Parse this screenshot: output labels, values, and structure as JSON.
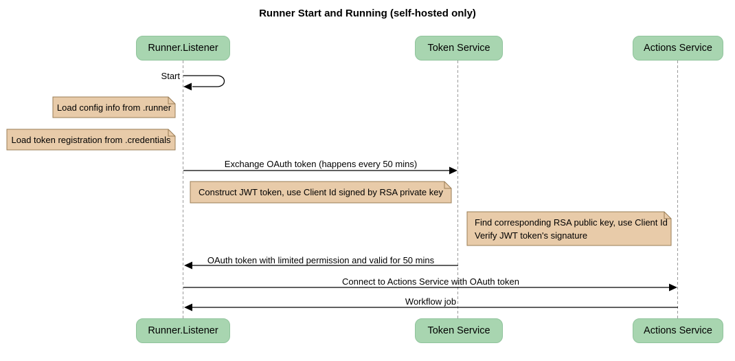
{
  "title": "Runner Start and Running (self-hosted only)",
  "actors": [
    {
      "id": "runner-listener",
      "label": "Runner.Listener"
    },
    {
      "id": "token-service",
      "label": "Token Service"
    },
    {
      "id": "actions-service",
      "label": "Actions Service"
    }
  ],
  "messages": {
    "start": {
      "label": "Start",
      "from": "runner-listener",
      "to": "runner-listener"
    },
    "exchange": {
      "label": "Exchange OAuth token (happens every 50 mins)",
      "from": "runner-listener",
      "to": "token-service"
    },
    "oauth_return": {
      "label": "OAuth token with limited permission and valid for 50 mins",
      "from": "token-service",
      "to": "runner-listener"
    },
    "connect": {
      "label": "Connect to Actions Service with OAuth token",
      "from": "runner-listener",
      "to": "actions-service"
    },
    "workflow": {
      "label": "Workflow job",
      "from": "actions-service",
      "to": "runner-listener"
    }
  },
  "notes": {
    "load_config": {
      "label": "Load config info from .runner"
    },
    "load_token": {
      "label": "Load token registration from .credentials"
    },
    "construct_jwt": {
      "label": "Construct JWT token, use Client Id signed by RSA private key"
    },
    "find_rsa": {
      "line1": "Find corresponding RSA public key, use Client Id",
      "line2": "Verify JWT token's signature"
    }
  },
  "colors": {
    "actor_fill": "#a8d5b0",
    "note_fill": "#e8cba9",
    "note_border": "#9a7d55",
    "lifeline": "#999999",
    "line": "#000000",
    "background": "#ffffff"
  }
}
